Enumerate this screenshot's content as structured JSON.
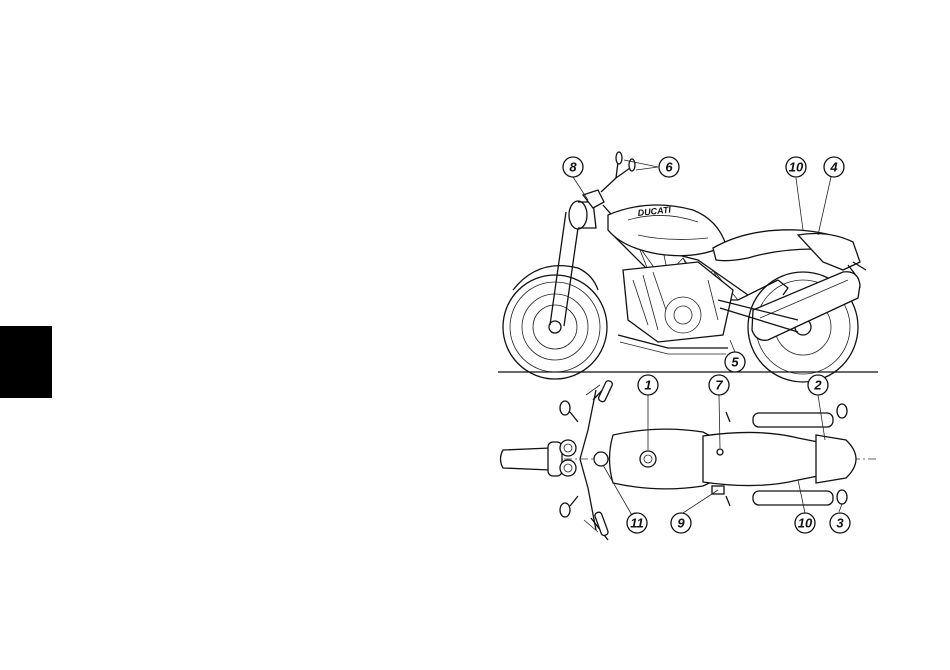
{
  "logo_text": "DUCATI",
  "callouts_side": [
    "8",
    "6",
    "10",
    "4",
    "5"
  ],
  "callouts_top": [
    "1",
    "7",
    "2",
    "11",
    "9",
    "10",
    "3"
  ]
}
